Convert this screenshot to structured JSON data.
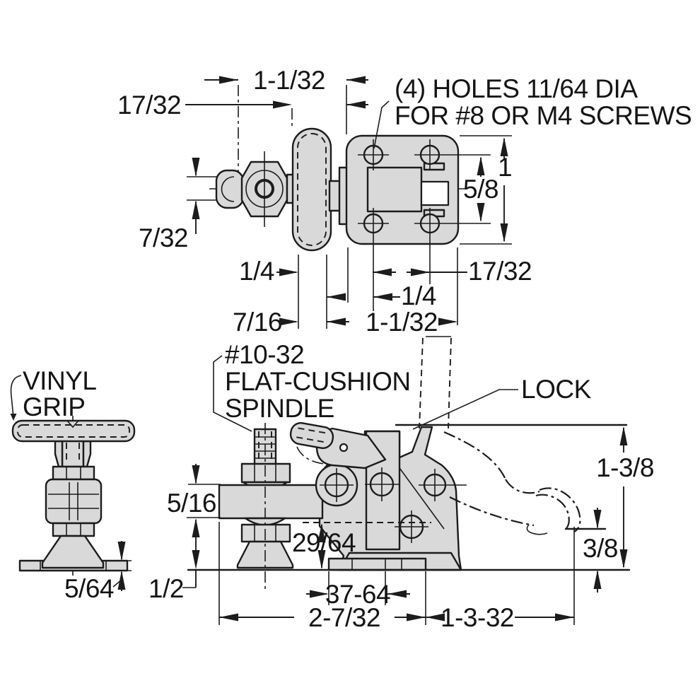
{
  "drawing": {
    "title": "toggle-clamp-dimension-drawing",
    "colors": {
      "part_fill": "#d9d9d9",
      "line": "#1c1c1c",
      "background": "#ffffff"
    },
    "top_view": {
      "note_line1": "(4) HOLES 11/64 DIA",
      "note_line2": "FOR #8 OR M4 SCREWS",
      "dim_width_top": "1-1/32",
      "dim_offset_top": "17/32",
      "dim_spindle_thickness": "7/32",
      "dim_plate_height": "1",
      "dim_hole_rows": "5/8",
      "dim_quarter_left": "1/4",
      "dim_hole_cols": "17/32",
      "dim_quarter_mid": "1/4",
      "dim_seven_sixteen": "7/16",
      "dim_width_bottom": "1-1/32"
    },
    "left_view": {
      "label_line1": "VINYL",
      "label_line2": "GRIP",
      "dim_pad_thickness": "5/64"
    },
    "side_view": {
      "spindle_note_line1": "#10-32",
      "spindle_note_line2": "FLAT-CUSHION",
      "spindle_note_line3": "SPINDLE",
      "lock_label": "LOCK",
      "dim_bar_thickness": "5/16",
      "dim_bar_to_base": "29/64",
      "dim_half": "1/2",
      "dim_pad_width": "37-64",
      "dim_overall_length": "2-7/32",
      "dim_handle_reach": "1-3-32",
      "dim_overall_height": "1-3/8",
      "dim_handle_drop": "3/8"
    }
  }
}
